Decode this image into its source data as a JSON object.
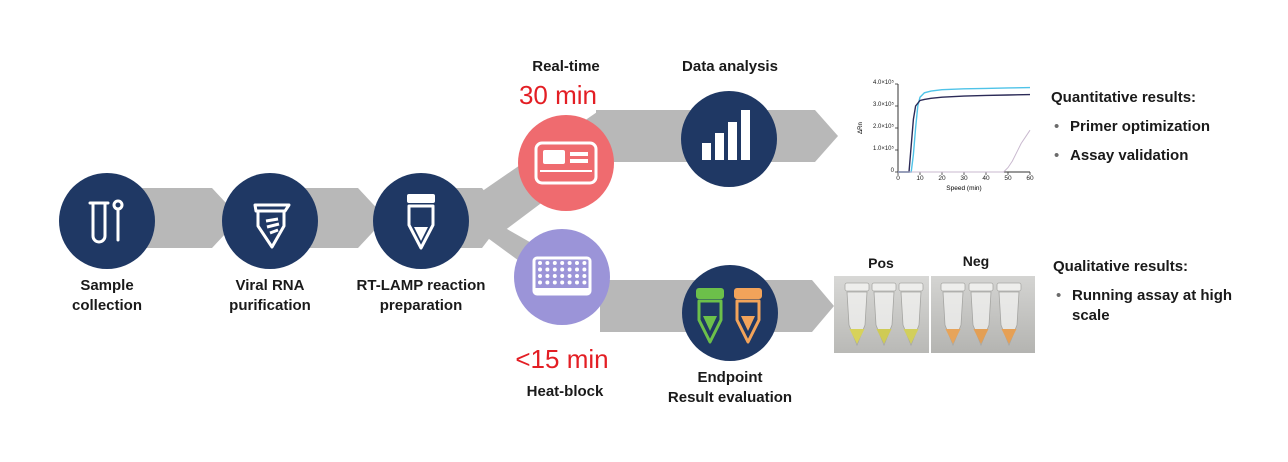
{
  "steps": {
    "sample": "Sample\ncollection",
    "purification": "Viral RNA\npurification",
    "preparation": "RT-LAMP reaction\npreparation"
  },
  "realtime": {
    "label": "Real-time",
    "time": "30 min"
  },
  "analysis": {
    "label": "Data analysis"
  },
  "heatblock": {
    "label": "Heat-block",
    "time": "<15 min"
  },
  "endpoint": {
    "label": "Endpoint\nResult evaluation"
  },
  "photo": {
    "pos_label": "Pos",
    "neg_label": "Neg"
  },
  "quantitative": {
    "title": "Quantitative results:",
    "items": [
      "Primer optimization",
      "Assay validation"
    ]
  },
  "qualitative": {
    "title": "Qualitative results:",
    "items": [
      "Running assay at high scale"
    ]
  },
  "mini_chart": {
    "ylabel": "ΔRn",
    "xlabel": "Speed (min)",
    "x_ticks": [
      "0",
      "10",
      "20",
      "30",
      "40",
      "50",
      "60"
    ],
    "y_ticks": [
      "0",
      "1.0×10⁵",
      "2.0×10⁵",
      "3.0×10⁵",
      "4.0×10⁵"
    ]
  },
  "colors": {
    "navy": "#1f3864",
    "arrow": "#b8b8b8",
    "red": "#ef6b6f",
    "purple": "#9b94d8",
    "green": "#6cc04a",
    "orange": "#f2a35a",
    "cyan": "#4fc3e8"
  },
  "icons": [
    "tube-icon",
    "purification-tube-icon",
    "reaction-tube-icon",
    "thermocycler-icon",
    "heat-block-icon",
    "bar-chart-icon",
    "colored-tubes-icon"
  ],
  "chart_data": {
    "type": "line",
    "xlabel": "Speed (min)",
    "ylabel": "ΔRn",
    "xlim": [
      0,
      60
    ],
    "ylim": [
      0,
      400000
    ],
    "grid": false,
    "series": [
      {
        "x": [
          0,
          6,
          7,
          8,
          9,
          10,
          12,
          15,
          20,
          30,
          40,
          50,
          60
        ],
        "values": [
          0,
          0,
          80000,
          200000,
          300000,
          340000,
          360000,
          368000,
          374000,
          378000,
          380000,
          382000,
          384000
        ]
      },
      {
        "x": [
          0,
          5,
          6,
          7,
          8,
          10,
          12,
          15,
          20,
          30,
          40,
          50,
          60
        ],
        "values": [
          0,
          0,
          120000,
          240000,
          300000,
          325000,
          330000,
          335000,
          340000,
          345000,
          348000,
          350000,
          352000
        ]
      },
      {
        "x": [
          0,
          48,
          50,
          52,
          54,
          56,
          58,
          60
        ],
        "values": [
          0,
          0,
          20000,
          50000,
          90000,
          130000,
          160000,
          190000
        ]
      }
    ]
  }
}
